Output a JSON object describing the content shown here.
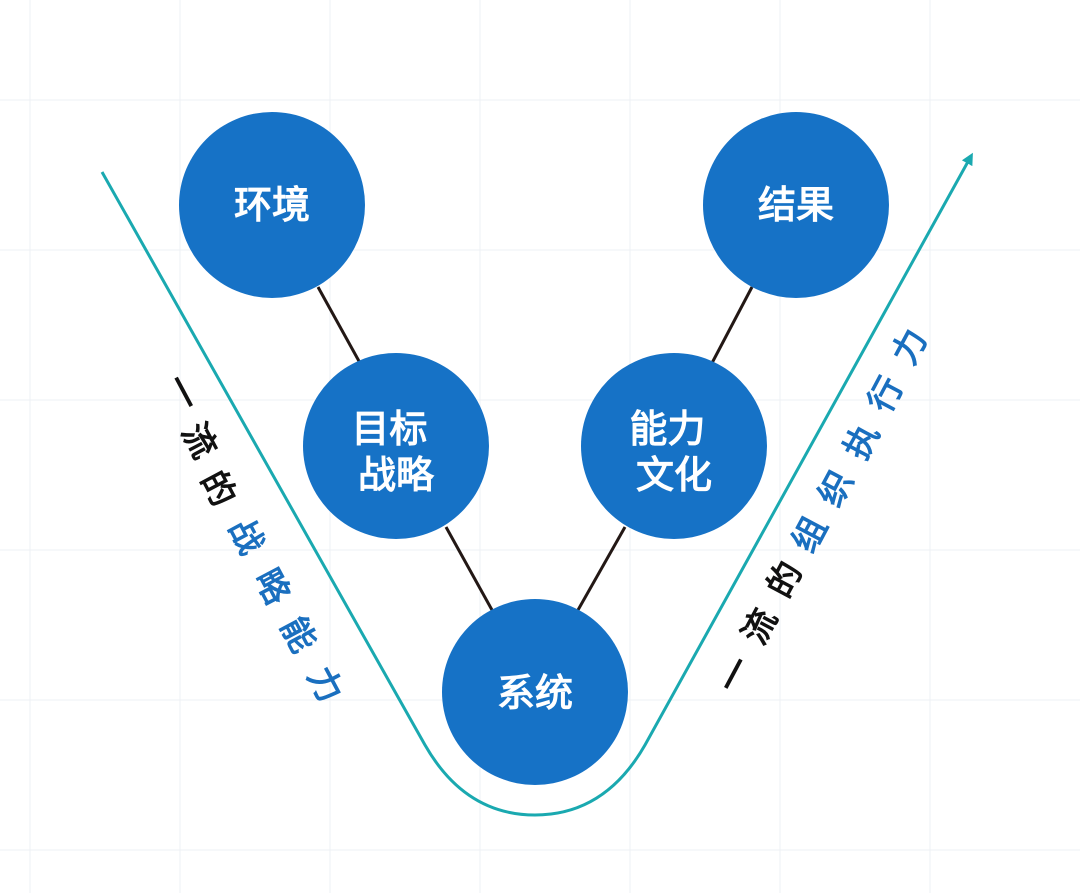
{
  "colors": {
    "node_fill": "#1672c6",
    "connector": "#231815",
    "curve": "#1aa9b0",
    "text_dark": "#111111",
    "text_accent": "#1a6fbf",
    "node_text": "#ffffff",
    "grid": "#eef1f4"
  },
  "nodes": {
    "environment": {
      "lines": [
        "环境"
      ]
    },
    "goal_strategy": {
      "lines": [
        "目标",
        "战略"
      ]
    },
    "system": {
      "lines": [
        "系统"
      ]
    },
    "ability_culture": {
      "lines": [
        "能力",
        "文化"
      ]
    },
    "result": {
      "lines": [
        "结果"
      ]
    }
  },
  "left_caption": {
    "prefix": [
      "一",
      "流",
      "的"
    ],
    "accent": [
      "战",
      "略",
      "能",
      "力"
    ]
  },
  "right_caption": {
    "prefix": [
      "一",
      "流",
      "的"
    ],
    "accent": [
      "组",
      "织",
      "执",
      "行",
      "力"
    ]
  }
}
